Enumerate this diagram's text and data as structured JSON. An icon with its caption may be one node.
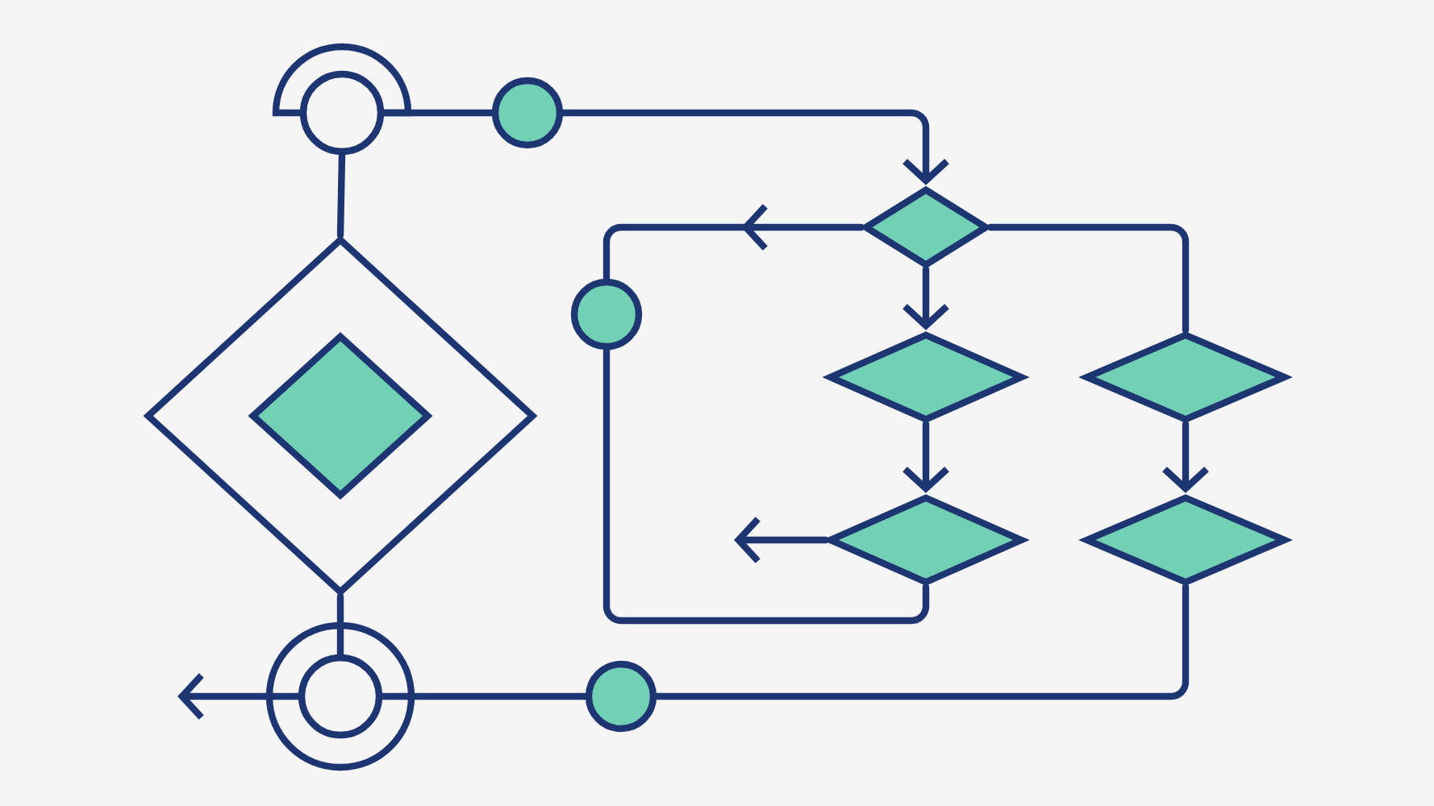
{
  "diagram": {
    "nodes": [
      {
        "text": [],
        "shape": "circle"
      },
      {
        "text": [],
        "shape": "circle"
      },
      {
        "text": [],
        "shape": "diamond"
      },
      {
        "text": [],
        "shape": "diamond"
      },
      {
        "text": [],
        "shape": "diamond",
        "in": 3
      },
      {
        "text": [],
        "shape": "circle"
      },
      {
        "text": [],
        "shape": "diamond"
      },
      {
        "text": [],
        "shape": "diamond"
      },
      {
        "text": [],
        "shape": "diamond"
      },
      {
        "text": [],
        "shape": "diamond"
      },
      {
        "text": [],
        "shape": "circle"
      },
      {
        "text": [],
        "shape": "circle"
      }
    ],
    "edges": [
      {
        "from": 0,
        "to": 1,
        "arrow": "none"
      },
      {
        "from": 1,
        "to": 2,
        "arrow": "to"
      },
      {
        "from": 0,
        "to": 3,
        "arrow": "none"
      },
      {
        "from": 2,
        "to": 6,
        "arrow": "to"
      },
      {
        "from": 2,
        "to": 7,
        "arrow": "none"
      },
      {
        "from": 2,
        "to": 5,
        "arrow": "to"
      },
      {
        "from": 5,
        "to": 8,
        "arrow": "none"
      },
      {
        "from": 6,
        "to": 8,
        "arrow": "to"
      },
      {
        "from": 7,
        "to": 9,
        "arrow": "to"
      },
      {
        "from": 8,
        "to": null,
        "arrow": "to"
      },
      {
        "from": 9,
        "to": 11,
        "arrow": "none"
      },
      {
        "from": 11,
        "to": 10,
        "arrow": "none"
      },
      {
        "from": 10,
        "to": null,
        "arrow": "to"
      },
      {
        "from": 3,
        "to": 10,
        "arrow": "none"
      }
    ]
  }
}
